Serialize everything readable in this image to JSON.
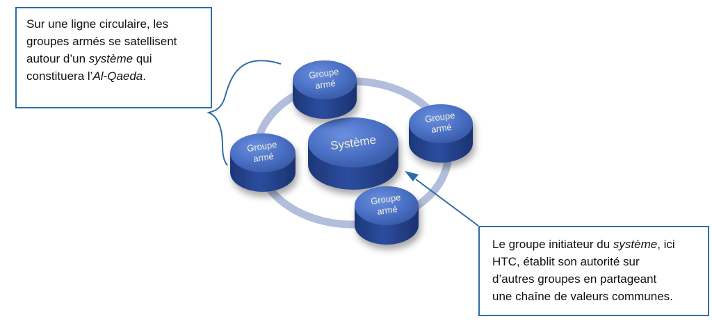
{
  "diagram": {
    "center_label": "Système",
    "groups": [
      {
        "line1": "Groupe",
        "line2": "armé"
      },
      {
        "line1": "Groupe",
        "line2": "armé"
      },
      {
        "line1": "Groupe",
        "line2": "armé"
      },
      {
        "line1": "Groupe",
        "line2": "armé"
      }
    ]
  },
  "callout_top": {
    "line1": "Sur une ligne circulaire, les",
    "line2": "groupes armés se satellisent",
    "line3_a": "autour d’un ",
    "line3_em": "système",
    "line3_b": " qui",
    "line4_a": "constituera l’",
    "line4_em": "Al-Qaeda",
    "line4_b": "."
  },
  "callout_bottom": {
    "line1_a": "Le groupe initiateur du ",
    "line1_em": "système",
    "line1_b": ", ici",
    "line2": "HTC, établit son autorité sur",
    "line3": "d’autres groupes en partageant",
    "line4": "une chaîne de valeurs communes."
  },
  "colors": {
    "puck_top": "#4a70c4",
    "puck_side": "#23418f",
    "ring": "#b3bedc",
    "callout_border": "#2e6ca8",
    "label": "#f2efd6"
  }
}
